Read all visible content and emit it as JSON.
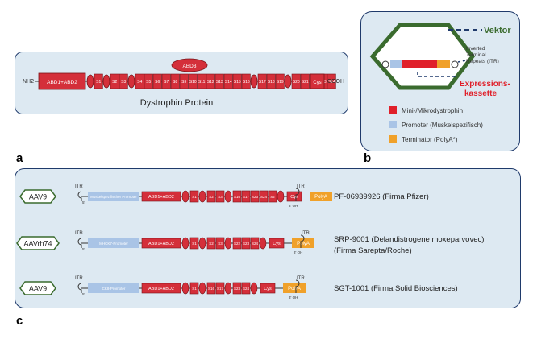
{
  "panel_labels": {
    "a": "a",
    "b": "b",
    "c": "c"
  },
  "panel_a": {
    "nh2": "NH2",
    "cooh": "COOH",
    "abd12": "ABD1+ABD2",
    "abd3": "ABD3",
    "cys": "Cys",
    "caption": "Dystrophin Protein",
    "spectrins": [
      "S1",
      "S2",
      "S3",
      "S4",
      "S5",
      "S6",
      "S7",
      "S8",
      "S9",
      "S10",
      "S11",
      "S12",
      "S13",
      "S14",
      "S15",
      "S16",
      "S17",
      "S18",
      "S19",
      "S20",
      "S21",
      "S22",
      "S23",
      "S24"
    ]
  },
  "panel_b": {
    "vektor": "Vektor",
    "itr_label": [
      "Inverted",
      "Terminal",
      "Repeats (ITR)"
    ],
    "cassette_label": [
      "Expressions-",
      "kassette"
    ],
    "legend": [
      {
        "label": "Mini-/Mikrodystrophin",
        "color": "#e0202a"
      },
      {
        "label": "Promoter (Muskelspezifisch)",
        "color": "#a9c4e6"
      },
      {
        "label": "Terminator (PolyA*)",
        "color": "#f0a12a"
      }
    ]
  },
  "panel_c": {
    "itr": "ITR",
    "five_prime": "5'",
    "three_prime_oh": "3' OH",
    "abd12": "ABD1+ABD2",
    "cys": "Cys",
    "polya": "PolyA",
    "rows": [
      {
        "capsid": "AAV9",
        "promoter": "Muskelspezifischer Promoter",
        "domains": [
          "S1",
          "S2",
          "S3",
          "S16",
          "S17",
          "S23",
          "S24",
          "S2"
        ],
        "product": [
          "PF-06939926 (Firma Pfizer)"
        ]
      },
      {
        "capsid": "AAVrh74",
        "promoter": "MHCK7-Promoter",
        "domains": [
          "S1",
          "S2",
          "S3",
          "S22",
          "S23",
          "S24"
        ],
        "product": [
          "SRP-9001 (Delandistrogene moxeparvovec)",
          "(Firma Sarepta/Roche)"
        ]
      },
      {
        "capsid": "AAV9",
        "promoter": "CK8-Promoter",
        "domains": [
          "S1",
          "S16",
          "S17",
          "S23",
          "S24"
        ],
        "product": [
          "SGT-1001 (Firma Solid Biosciences)"
        ]
      }
    ]
  },
  "colors": {
    "domain_red": "#d42f3a",
    "border_dark": "#1f3a6b",
    "promoter_blue": "#a9c4e6",
    "polya_orange": "#f0a12a",
    "capsid_green": "#3a6b2e",
    "cassette_red": "#e0202a"
  }
}
